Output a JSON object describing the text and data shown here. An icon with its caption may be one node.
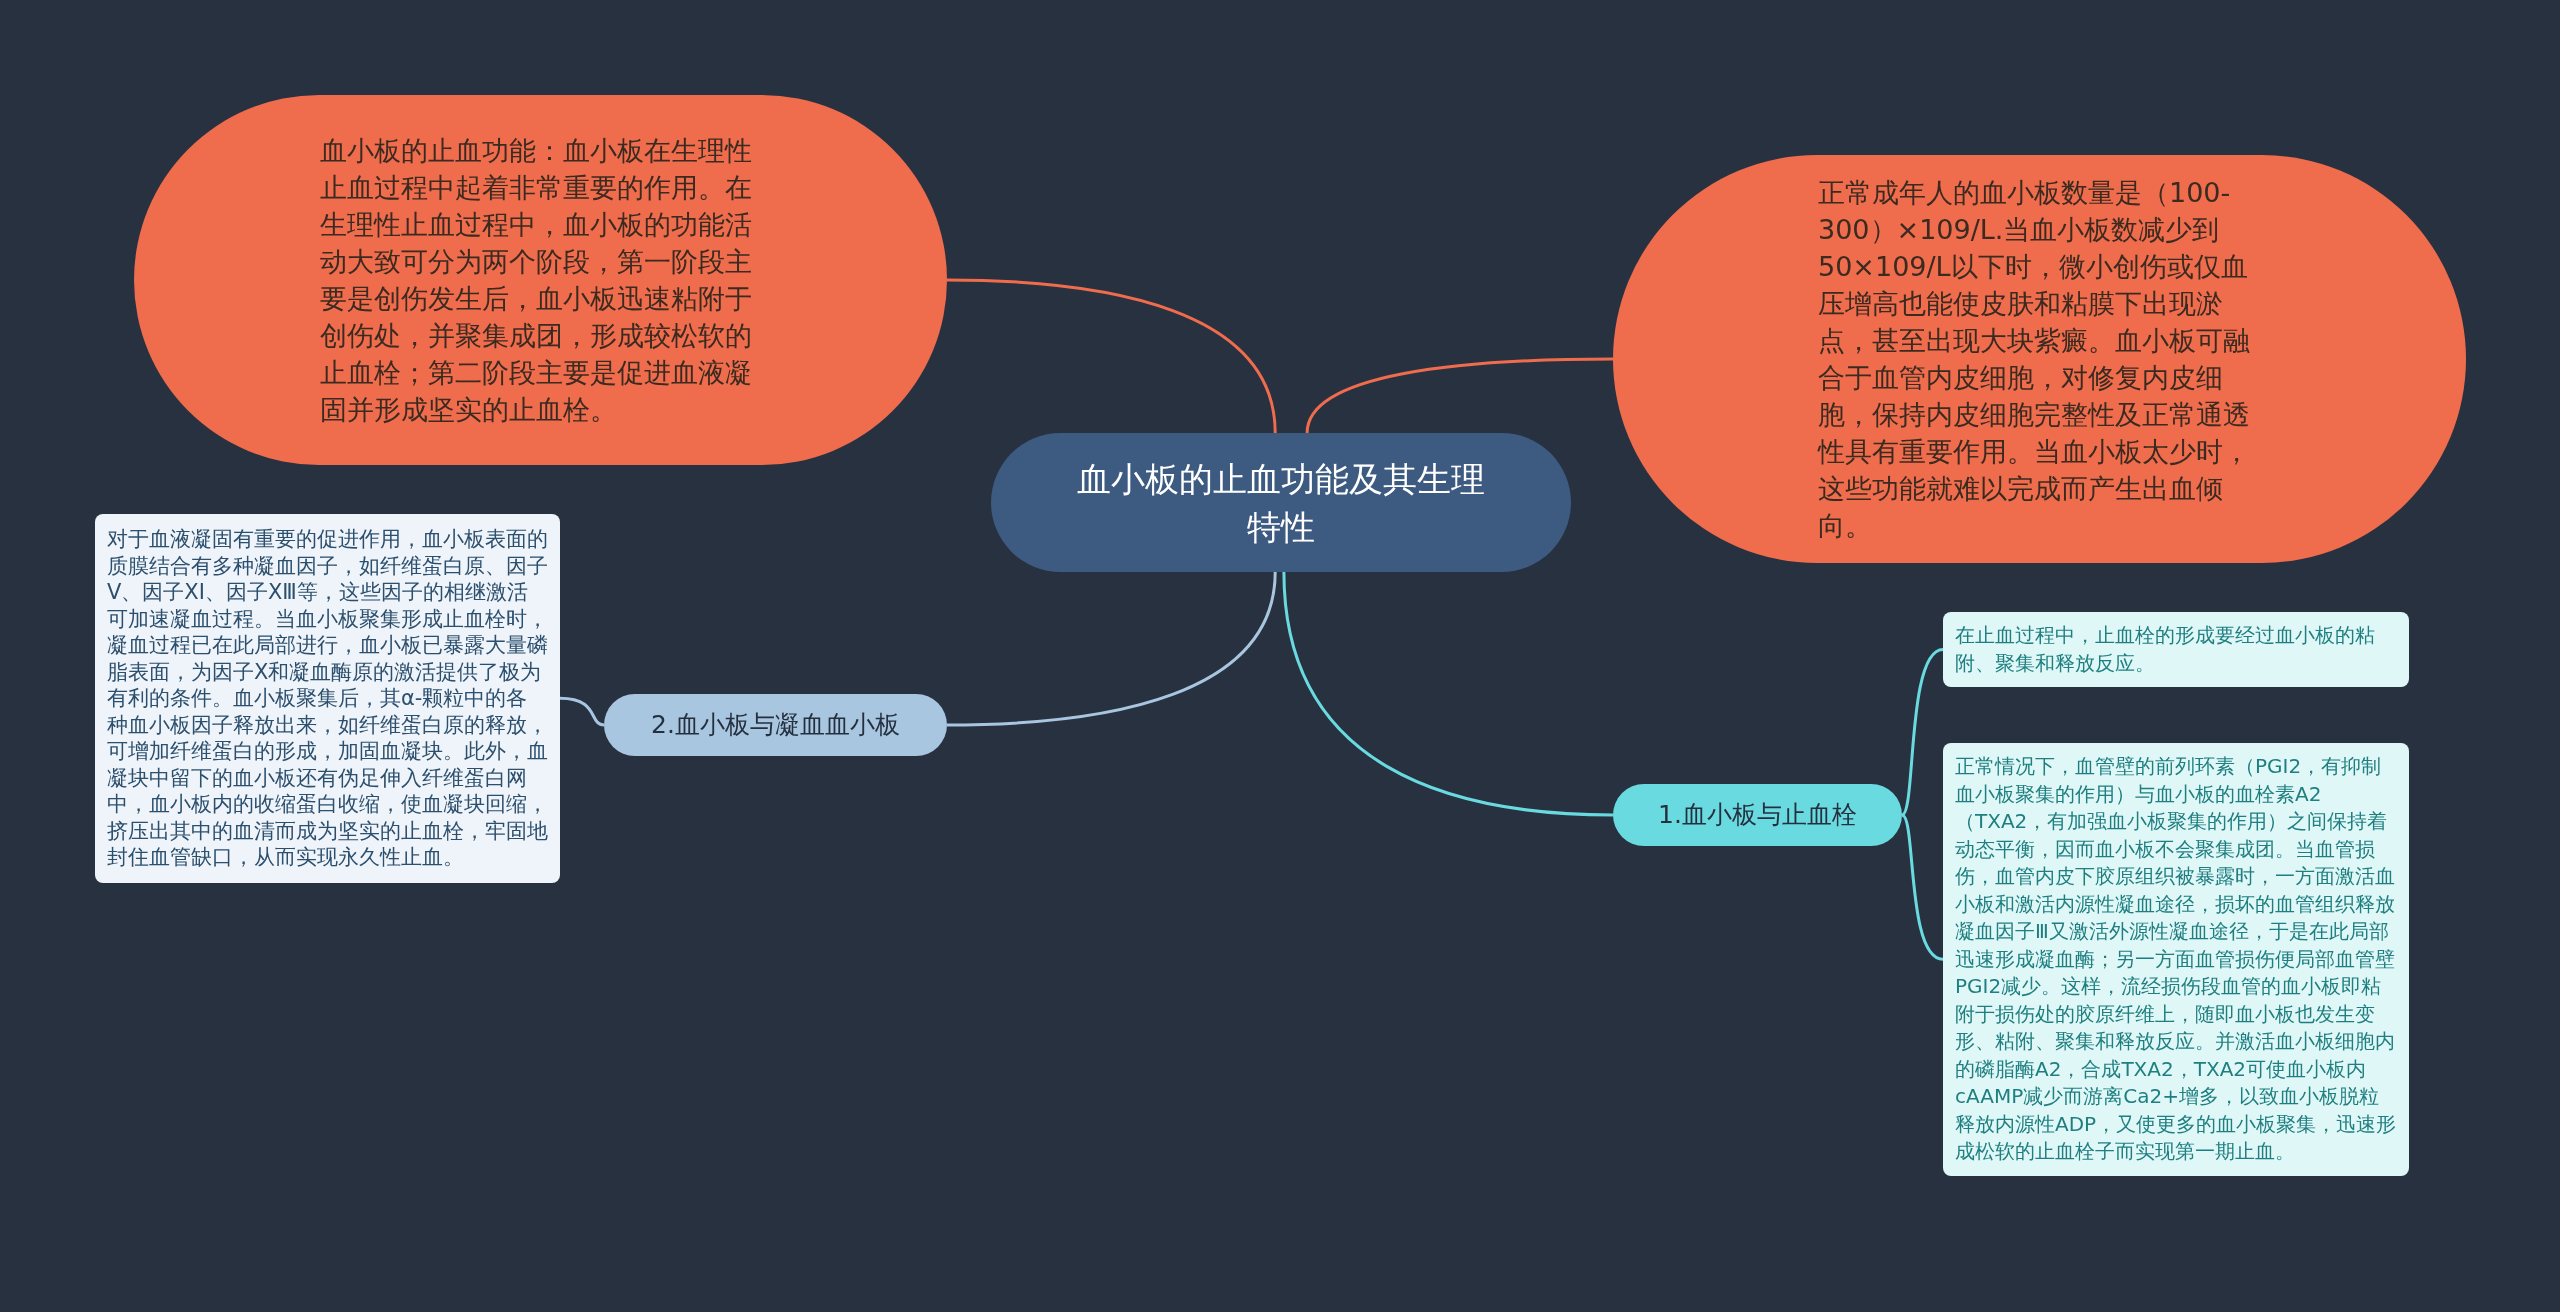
{
  "diagram": {
    "nodes": [
      {
        "text": [
          "血小板的止血功能及其生理特性"
        ]
      },
      {
        "text": [
          "血小板的止血功能：血小板在生理性止血过程中起着非常重要的作用。在生理性止血过程中，血小板的功能活动大致可分为两个阶段，第一阶段主要是创伤发生后，血小板迅速粘附于创伤处，并聚集成团，形成较松软的止血栓；第二阶段主要是促进血液凝固并形成坚实的止血栓。"
        ]
      },
      {
        "text": [
          "正常成年人的血小板数量是（100-300）×109/L.当血小板数减少到50×109/L以下时，微小创伤或仅血压增高也能使皮肤和粘膜下出现淤点，甚至出现大块紫癜。血小板可融合于血管内皮细胞，对修复内皮细胞，保持内皮细胞完整性及正常通透性具有重要作用。当血小板太少时，这些功能就难以完成而产生出血倾向。"
        ]
      },
      {
        "text": [
          "2.血小板与凝血血小板"
        ]
      },
      {
        "text": [
          "对于血液凝固有重要的促进作用，血小板表面的质膜结合有多种凝血因子，如纤维蛋白原、因子Ⅴ、因子XI、因子ⅩⅢ等，这些因子的相继激活可加速凝血过程。当血小板聚集形成止血栓时，凝血过程已在此局部进行，血小板已暴露大量磷脂表面，为因子Ⅹ和凝血酶原的激活提供了极为有利的条件。血小板聚集后，其α-颗粒中的各种血小板因子释放出来，如纤维蛋白原的释放，可增加纤维蛋白的形成，加固血凝块。此外，血凝块中留下的血小板还有伪足伸入纤维蛋白网中，血小板内的收缩蛋白收缩，使血凝块回缩，挤压出其中的血清而成为坚实的止血栓，牢固地封住血管缺口，从而实现永久性止血。"
        ]
      },
      {
        "text": [
          "1.血小板与止血栓"
        ]
      },
      {
        "text": [
          "在止血过程中，止血栓的形成要经过血小板的粘附、聚集和释放反应。"
        ]
      },
      {
        "text": [
          "正常情况下，血管壁的前列环素（PGI2，有抑制血小板聚集的作用）与血小板的血栓素A2（TXA2，有加强血小板聚集的作用）之间保持着动态平衡，因而血小板不会聚集成团。当血管损伤，血管内皮下胶原组织被暴露时，一方面激活血小板和激活内源性凝血途径，损坏的血管组织释放凝血因子Ⅲ又激活外源性凝血途径，于是在此局部迅速形成凝血酶；另一方面血管损伤便局部血管壁PGI2减少。这样，流经损伤段血管的血小板即粘附于损伤处的胶原纤维上，随即血小板也发生变形、粘附、聚集和释放反应。并激活血小板细胞内的磷脂酶A2，合成TXA2，TXA2可使血小板内cAAMP减少而游离Ca2+增多，以致血小板脱粒释放内源性ADP，又使更多的血小板聚集，迅速形成松软的止血栓子而实现第一期止血。"
        ]
      }
    ],
    "edges": [
      {
        "from": 0,
        "to": 1,
        "arrow": "none",
        "color": "#ef6c4d"
      },
      {
        "from": 0,
        "to": 2,
        "arrow": "none",
        "color": "#ef6c4d"
      },
      {
        "from": 0,
        "to": 3,
        "arrow": "none",
        "color": "#a9c6e0"
      },
      {
        "from": 0,
        "to": 5,
        "arrow": "none",
        "color": "#69dbe0"
      },
      {
        "from": 3,
        "to": 4,
        "arrow": "none",
        "color": "#a9c6e0"
      },
      {
        "from": 5,
        "to": 6,
        "arrow": "none",
        "color": "#69dbe0"
      },
      {
        "from": 5,
        "to": 7,
        "arrow": "none",
        "color": "#69dbe0"
      }
    ]
  }
}
